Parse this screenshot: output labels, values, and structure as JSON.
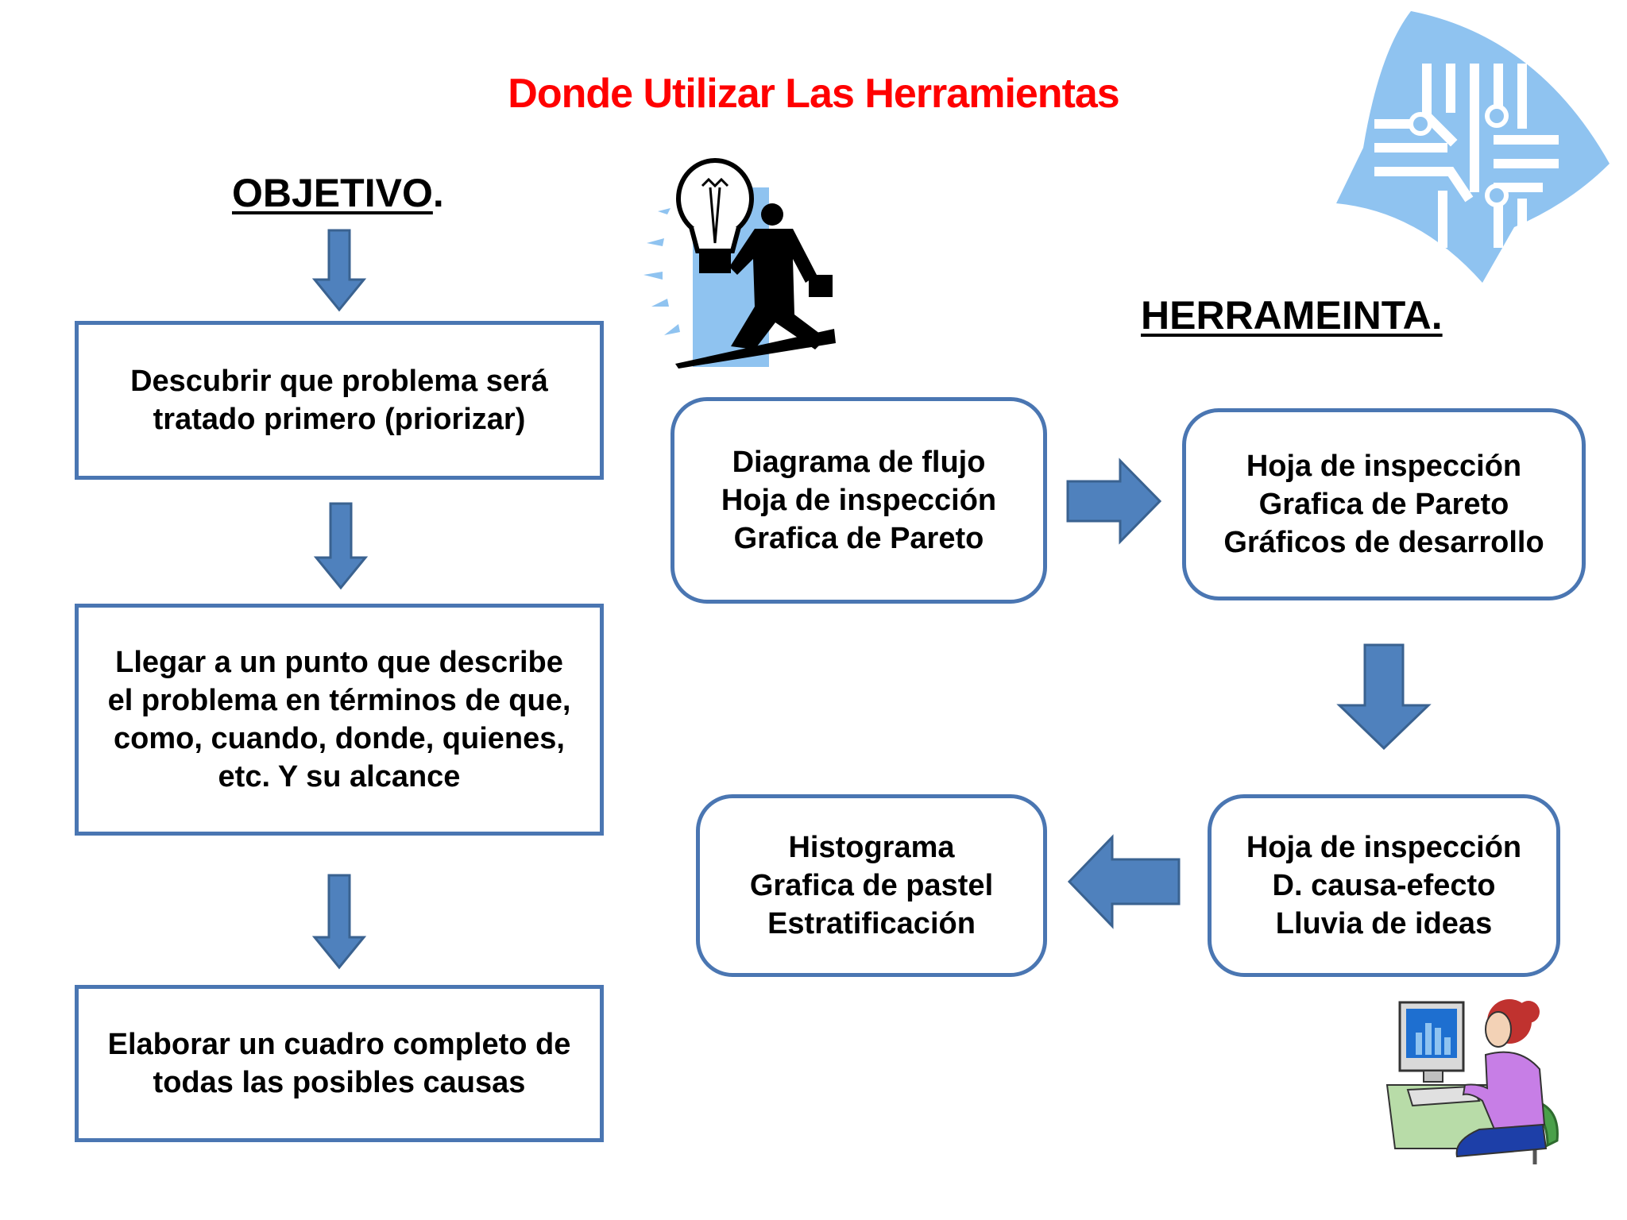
{
  "title": "Donde Utilizar Las Herramientas",
  "headings": {
    "objetivo": "OBJETIVO",
    "objetivo_dot": ".",
    "herramienta": "HERRAMEINTA."
  },
  "objetivo_steps": [
    {
      "lines": [
        "Descubrir que problema será",
        "tratado primero (priorizar)"
      ]
    },
    {
      "lines": [
        "Llegar a un punto que describe",
        "el problema en términos de que,",
        "como, cuando, donde, quienes,",
        "etc. Y su alcance"
      ]
    },
    {
      "lines": [
        "Elaborar un cuadro completo de",
        "todas las posibles causas"
      ]
    }
  ],
  "herramientas": [
    {
      "lines": [
        "Diagrama de flujo",
        "Hoja de inspección",
        "Grafica de Pareto"
      ]
    },
    {
      "lines": [
        "Hoja de inspección",
        "Grafica de Pareto",
        "Gráficos de desarrollo"
      ]
    },
    {
      "lines": [
        "Hoja de inspección",
        "D. causa-efecto",
        "Lluvia de ideas"
      ]
    },
    {
      "lines": [
        "Histograma",
        "Grafica de pastel",
        "Estratificación"
      ]
    }
  ],
  "colors": {
    "title": "#ff0000",
    "box_border": "#4a76b2",
    "arrow_fill": "#4f81bd",
    "arrow_stroke": "#3a6290",
    "logo_fill": "#8fc3f0"
  },
  "icons": [
    "lightbulb-businessman-icon",
    "circuit-logo-icon",
    "computer-user-icon"
  ]
}
